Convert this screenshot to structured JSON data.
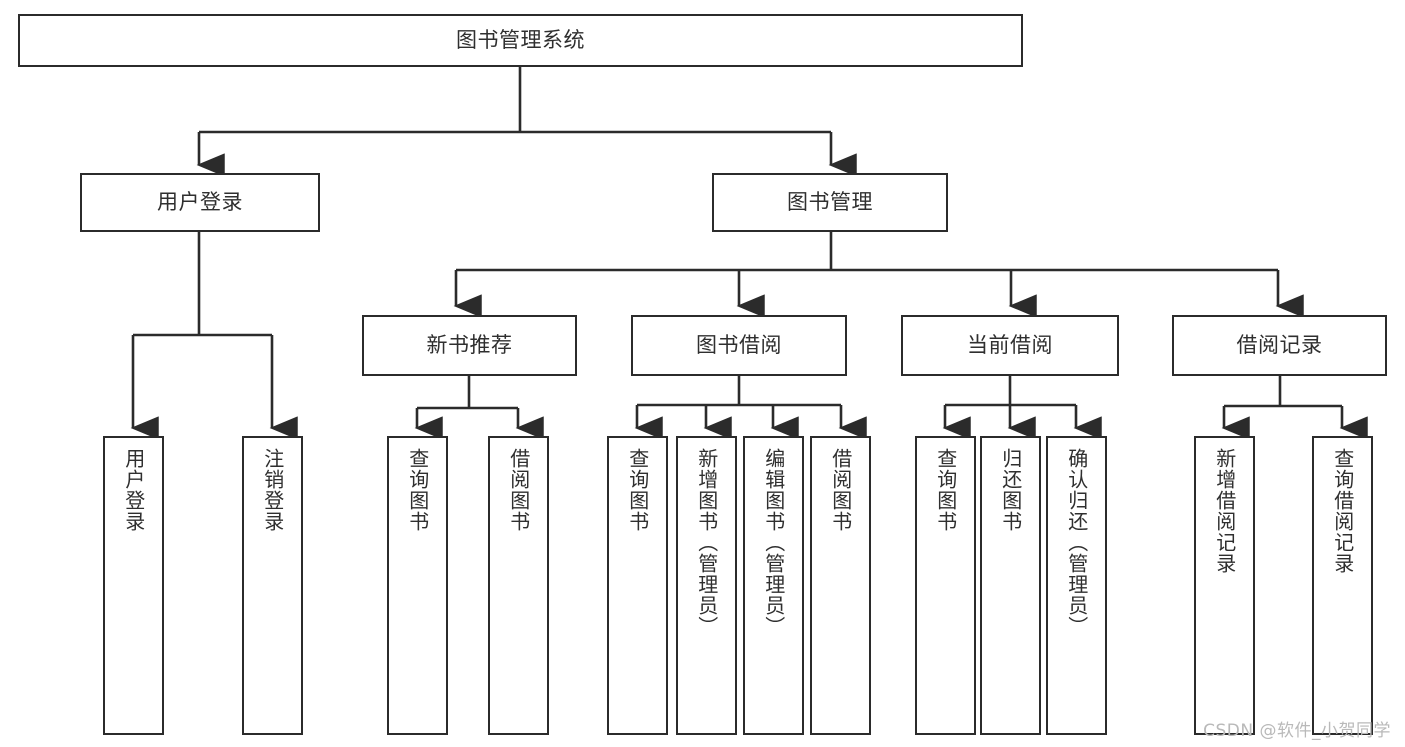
{
  "diagram": {
    "type": "tree",
    "title": "图书管理系统",
    "watermark": "CSDN @软件_小贺同学",
    "colors": {
      "box_border": "#2b2b2b",
      "box_fill": "#ffffff",
      "connector": "#2b2b2b",
      "text": "#2f2f2f",
      "watermark": "#b9b9b9"
    },
    "nodes": {
      "root": {
        "label": "图书管理系统"
      },
      "level2": [
        {
          "label": "用户登录"
        },
        {
          "label": "图书管理"
        }
      ],
      "level3": [
        {
          "label": "新书推荐"
        },
        {
          "label": "图书借阅"
        },
        {
          "label": "当前借阅"
        },
        {
          "label": "借阅记录"
        }
      ],
      "leaves_user_login": [
        {
          "label": "用户登录"
        },
        {
          "label": "注销登录"
        }
      ],
      "leaves_new_book": [
        {
          "label": "查询图书"
        },
        {
          "label": "借阅图书"
        }
      ],
      "leaves_borrow": [
        {
          "label": "查询图书"
        },
        {
          "label": "新增图书（管理员）"
        },
        {
          "label": "编辑图书（管理员）"
        },
        {
          "label": "借阅图书"
        }
      ],
      "leaves_current": [
        {
          "label": "查询图书"
        },
        {
          "label": "归还图书"
        },
        {
          "label": "确认归还（管理员）"
        }
      ],
      "leaves_record": [
        {
          "label": "新增借阅记录"
        },
        {
          "label": "查询借阅记录"
        }
      ]
    }
  }
}
